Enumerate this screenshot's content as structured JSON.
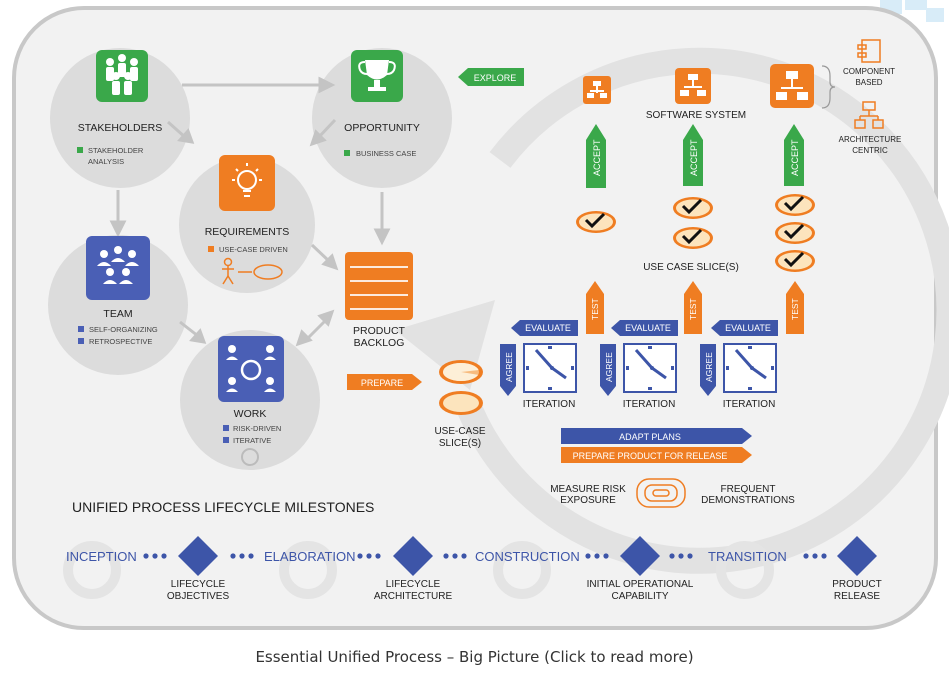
{
  "colors": {
    "green": "#3aa84a",
    "orange": "#ef7d22",
    "blue": "#4a5fb5",
    "navy": "#3d55a8",
    "grey_circle": "#dcdcdc",
    "panel": "#f1f1f1",
    "border": "#bdbdbd"
  },
  "nodes": {
    "stakeholders": {
      "title": "STAKEHOLDERS",
      "bullets": [
        "STAKEHOLDER",
        "ANALYSIS"
      ],
      "icon": "people-group-icon"
    },
    "opportunity": {
      "title": "OPPORTUNITY",
      "bullets": [
        "BUSINESS CASE"
      ],
      "icon": "trophy-icon"
    },
    "requirements": {
      "title": "REQUIREMENTS",
      "bullets": [
        "USE-CASE DRIVEN"
      ],
      "icon": "light-bulb-icon"
    },
    "team": {
      "title": "TEAM",
      "bullets": [
        "SELF-ORGANIZING",
        "RETROSPECTIVE"
      ],
      "icon": "team-icon"
    },
    "work": {
      "title": "WORK",
      "bullets": [
        "RISK-DRIVEN",
        "ITERATIVE"
      ],
      "icon": "work-cycle-icon"
    }
  },
  "labels": {
    "explore": "EXPLORE",
    "product_backlog": [
      "PRODUCT",
      "BACKLOG"
    ],
    "prepare": "PREPARE",
    "use_case_slices_left": [
      "USE-CASE",
      "SLICE(S)"
    ],
    "software_system": "SOFTWARE SYSTEM",
    "component_based": [
      "COMPONENT",
      "BASED"
    ],
    "architecture_centric": [
      "ARCHITECTURE",
      "CENTRIC"
    ],
    "accept": "ACCEPT",
    "use_case_slices_mid": "USE CASE SLICE(S)",
    "test": "TEST",
    "evaluate": "EVALUATE",
    "agree": "AGREE",
    "iteration": "ITERATION",
    "adapt_plans": "ADAPT PLANS",
    "prepare_release": "PREPARE PRODUCT FOR RELEASE",
    "measure_risk": [
      "MEASURE RISK",
      "EXPOSURE"
    ],
    "frequent_demos": [
      "FREQUENT",
      "DEMONSTRATIONS"
    ]
  },
  "milestones": {
    "heading": "UNIFIED PROCESS LIFECYCLE MILESTONES",
    "phases": [
      "INCEPTION",
      "ELABORATION",
      "CONSTRUCTION",
      "TRANSITION"
    ],
    "markers": [
      [
        "LIFECYCLE",
        "OBJECTIVES"
      ],
      [
        "LIFECYCLE",
        "ARCHITECTURE"
      ],
      [
        "INITIAL OPERATIONAL",
        "CAPABILITY"
      ],
      [
        "PRODUCT",
        "RELEASE"
      ]
    ]
  },
  "caption": "Essential Unified Process – Big Picture (Click to read more)"
}
